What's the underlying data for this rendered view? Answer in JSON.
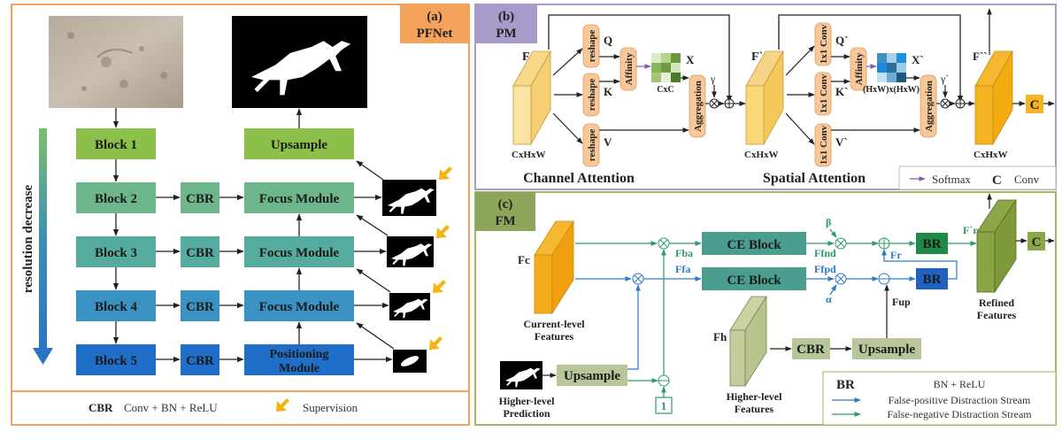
{
  "panel_a": {
    "tag_letter": "(a)",
    "tag_name": "PFNet",
    "side_label": "resolution decrease",
    "blocks": [
      "Block 1",
      "Block 2",
      "Block 3",
      "Block 4",
      "Block 5"
    ],
    "cbr": "CBR",
    "upsample": "Upsample",
    "focus_module": "Focus Module",
    "positioning_1": "Positioning",
    "positioning_2": "Module",
    "legend": {
      "cbr_key": "CBR",
      "cbr_desc": "Conv + BN + ReLU",
      "supervision": "Supervision"
    },
    "colors": {
      "panel_border": "#f2a25c",
      "tag_bg": "#f5a25a",
      "block1": "#8cc04a",
      "block2": "#6db58a",
      "block3": "#4fa8a0",
      "block4": "#3a8fbf",
      "block5": "#1f6ec7",
      "supervision_arrow": "#f5b50f"
    }
  },
  "panel_b": {
    "tag_letter": "(b)",
    "tag_name": "PM",
    "channel": {
      "input": "F",
      "dims": "CxHxW",
      "reshape": "reshape",
      "q": "Q",
      "k": "K",
      "v": "V",
      "affinity": "Affinity",
      "matrix": "X",
      "matrix_dims": "CxC",
      "aggregation": "Aggregation",
      "gamma": "γ",
      "title": "Channel Attention"
    },
    "spatial": {
      "input": "F`",
      "dims": "CxHxW",
      "conv": "1x1 Conv",
      "q": "Q`",
      "k": "K`",
      "v": "V`",
      "affinity": "Affinity",
      "matrix": "X`",
      "matrix_dims": "(HxW)x(HxW)",
      "aggregation": "Aggregation",
      "gamma": "γ`",
      "title": "Spatial Attention"
    },
    "output": {
      "label": "F``",
      "dims": "CxHxW",
      "conv": "C"
    },
    "legend": {
      "softmax": "Softmax",
      "c_key": "C",
      "c_desc": "Conv"
    },
    "colors": {
      "panel_border": "#a89cc8",
      "tag_bg": "#a99bc9",
      "op_fill": "#f8c89a",
      "softmax": "#8a55b5"
    }
  },
  "panel_c": {
    "tag_letter": "(c)",
    "tag_name": "FM",
    "fc": "Fc",
    "current_1": "Current-level",
    "current_2": "Features",
    "fba": "Fba",
    "ffa": "Ffa",
    "ce_block": "CE Block",
    "ffnd": "Ffnd",
    "ffpd": "Ffpd",
    "beta": "β",
    "alpha": "α",
    "fr": "Fr",
    "fr_prime": "F`r",
    "fup": "Fup",
    "br": "BR",
    "refined_1": "Refined",
    "refined_2": "Features",
    "conv": "C",
    "fh": "Fh",
    "higher_feat_1": "Higher-level",
    "higher_feat_2": "Features",
    "cbr": "CBR",
    "upsample": "Upsample",
    "pred_1": "Higher-level",
    "pred_2": "Prediction",
    "one": "1",
    "legend": {
      "br_key": "BR",
      "br_desc": "BN + ReLU",
      "fp_stream": "False-positive Distraction Stream",
      "fn_stream": "False-negative Distraction Stream"
    },
    "colors": {
      "panel_border": "#a6b56a",
      "tag_bg": "#8ea65a",
      "green": "#2c9a6a",
      "blue": "#2f78c4",
      "ce": "#4a9e90",
      "br_green": "#1e8a45",
      "br_blue": "#1f62c0"
    }
  }
}
